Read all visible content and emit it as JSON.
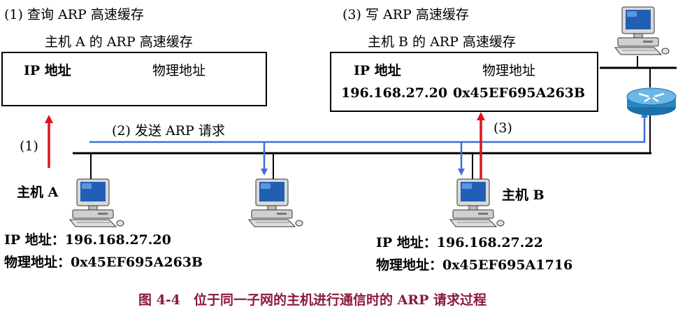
{
  "steps": {
    "step1_title": "(1) 查询 ARP 高速缓存",
    "step2_label": "(2) 发送 ARP 请求",
    "step3_title": "(3) 写 ARP 高速缓存",
    "step1_arrow_label": "(1)",
    "step3_arrow_label": "(3)"
  },
  "cache_a": {
    "title": "主机 A 的 ARP 高速缓存",
    "col_ip": "IP 地址",
    "col_mac": "物理地址"
  },
  "cache_b": {
    "title": "主机 B 的 ARP 高速缓存",
    "col_ip": "IP 地址",
    "col_mac": "物理地址",
    "entry_ip": "196.168.27.20",
    "entry_mac": "0x45EF695A263B"
  },
  "host_a": {
    "name": "主机 A",
    "ip_line": "IP 地址：196.168.27.20",
    "mac_line": "物理地址：0x45EF695A263B"
  },
  "host_b": {
    "name": "主机 B",
    "ip_line": "IP 地址：196.168.27.22",
    "mac_line": "物理地址：0x45EF695A1716"
  },
  "caption": "图 4-4　位于同一子网的主机进行通信时的 ARP 请求过程",
  "colors": {
    "request_arrow": "#3b6fd8",
    "cache_arrow": "#e0141e",
    "caption": "#8b1a3a",
    "screen": "#1f5fb4"
  },
  "icons": [
    "computer-icon",
    "router-icon"
  ]
}
